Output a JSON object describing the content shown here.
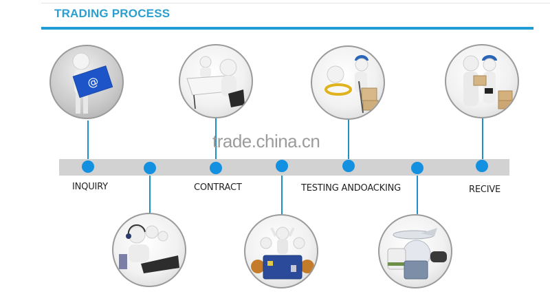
{
  "header": {
    "title": "TRADING PROCESS",
    "accent_color": "#219bd3"
  },
  "watermark": "trade.china.cn",
  "timeline": {
    "bar_color": "#d2d2d2",
    "dot_color": "#1391e0",
    "steps": [
      {
        "order": 1,
        "label": "INQUIRY",
        "position": "top",
        "icon": "figure-holding-email-envelope-icon"
      },
      {
        "order": 2,
        "label": "",
        "position": "bottom",
        "icon": "customer-service-headset-operators-icon"
      },
      {
        "order": 3,
        "label": "CONTRACT",
        "position": "top",
        "icon": "meeting-at-desk-signing-icon"
      },
      {
        "order": 4,
        "label": "",
        "position": "bottom",
        "icon": "celebrating-figures-credit-card-payment-icon"
      },
      {
        "order": 5,
        "label": "TESTING ANDOACKING",
        "position": "top",
        "icon": "worker-hand-truck-boxes-icon"
      },
      {
        "order": 6,
        "label": "",
        "position": "bottom",
        "icon": "airplane-ship-train-globe-shipping-icon"
      },
      {
        "order": 7,
        "label": "RECIVE",
        "position": "top",
        "icon": "courier-delivering-package-icon"
      }
    ]
  }
}
